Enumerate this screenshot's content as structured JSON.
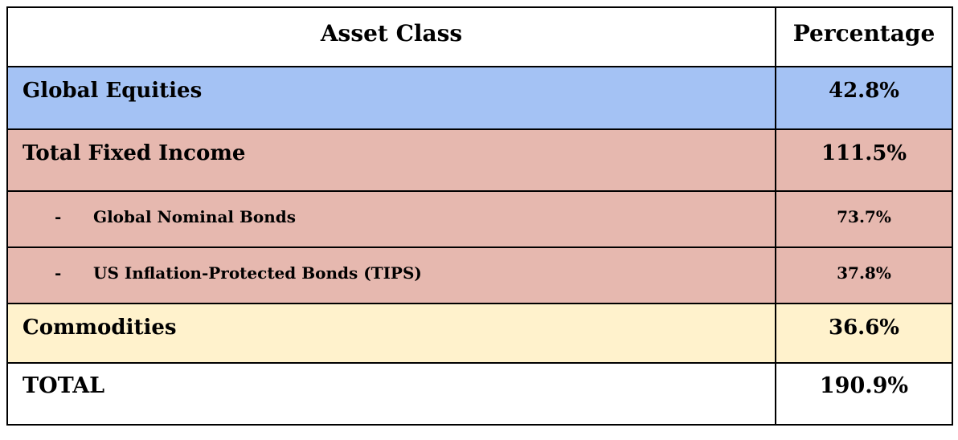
{
  "table": {
    "header": {
      "asset_class": "Asset Class",
      "percentage": "Percentage"
    },
    "rows": [
      {
        "label": "Global Equities",
        "value": "42.8%",
        "type": "main",
        "bg": "#a4c2f4"
      },
      {
        "label": "Total Fixed Income",
        "value": "111.5%",
        "type": "main",
        "bg": "#e6b8af"
      },
      {
        "label": "Global Nominal Bonds",
        "value": "73.7%",
        "type": "sub",
        "bullet": "-",
        "bg": "#e6b8af"
      },
      {
        "label": "US Inflation-Protected Bonds (TIPS)",
        "value": "37.8%",
        "type": "sub",
        "bullet": "-",
        "bg": "#e6b8af"
      },
      {
        "label": "Commodities",
        "value": "36.6%",
        "type": "main",
        "bg": "#fff2cc"
      },
      {
        "label": "TOTAL",
        "value": "190.9%",
        "type": "total",
        "bg": "#ffffff"
      }
    ],
    "colors": {
      "row_blue": "#a4c2f4",
      "row_red": "#e6b8af",
      "row_yellow": "#fff2cc",
      "row_white": "#ffffff",
      "border": "#000000",
      "text": "#000000"
    }
  },
  "chart_data": {
    "type": "table",
    "title": "",
    "columns": [
      "Asset Class",
      "Percentage"
    ],
    "rows": [
      [
        "Global Equities",
        "42.8%"
      ],
      [
        "Total Fixed Income",
        "111.5%"
      ],
      [
        "Global Nominal Bonds",
        "73.7%"
      ],
      [
        "US Inflation-Protected Bonds (TIPS)",
        "37.8%"
      ],
      [
        "Commodities",
        "36.6%"
      ],
      [
        "TOTAL",
        "190.9%"
      ]
    ],
    "values": [
      42.8,
      111.5,
      73.7,
      37.8,
      36.6,
      190.9
    ],
    "notes": "Global Nominal Bonds and US Inflation-Protected Bonds (TIPS) are indented sub-items of Total Fixed Income"
  }
}
